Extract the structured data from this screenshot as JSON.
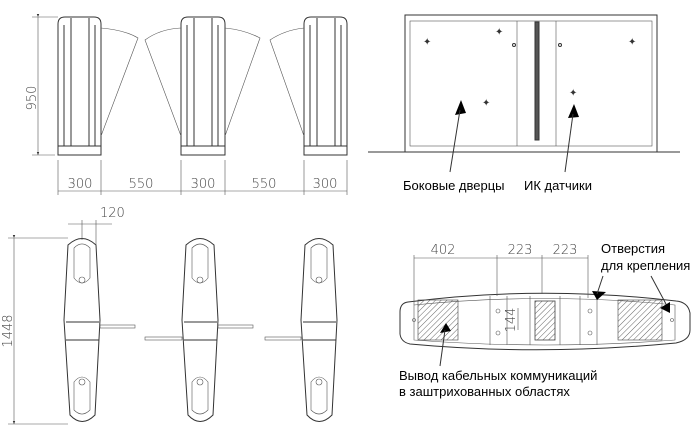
{
  "front_view": {
    "height_dim": "950",
    "width_dims": [
      "300",
      "550",
      "300",
      "550",
      "300"
    ]
  },
  "side_view": {
    "label_doors": "Боковые дверцы",
    "label_ir": "ИК датчики"
  },
  "top_view": {
    "height_dim": "1448",
    "arm_dim": "120"
  },
  "plan_view": {
    "dims": [
      "402",
      "223",
      "223"
    ],
    "inner_dim": "144",
    "label_holes_1": "Отверстия",
    "label_holes_2": "для крепления",
    "label_cable_1": "Вывод кабельных коммуникаций",
    "label_cable_2": "в заштрихованных областях"
  }
}
